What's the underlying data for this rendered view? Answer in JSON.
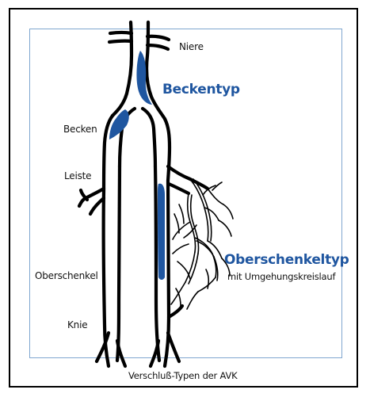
{
  "figure": {
    "labels": {
      "niere": "Niere",
      "becken": "Becken",
      "leiste": "Leiste",
      "oberschenkel": "Oberschenkel",
      "knie": "Knie"
    },
    "types": {
      "beckentyp": "Beckentyp",
      "oberschenkeltyp": "Oberschenkeltyp",
      "oberschenkeltyp_sub": "mit Umgehungskreislauf"
    },
    "caption": "Verschluß-Typen der AVK"
  },
  "colors": {
    "occlusion_blue": "#1f56a0",
    "frame_blue": "#7fa6cf",
    "vessel_black": "#000000"
  }
}
